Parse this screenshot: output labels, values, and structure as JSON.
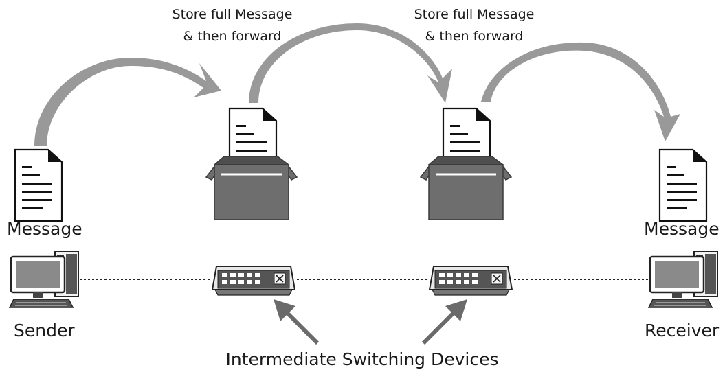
{
  "labels": {
    "store_forward_1_line1": "Store full Message",
    "store_forward_1_line2": "& then forward",
    "store_forward_2_line1": "Store full Message",
    "store_forward_2_line2": "& then forward",
    "sender_message": "Message",
    "receiver_message": "Message",
    "sender": "Sender",
    "receiver": "Receiver",
    "intermediate_devices": "Intermediate Switching Devices"
  },
  "colors": {
    "curved_arrow": "#999999",
    "box": "#6e6e6e",
    "box_outline": "#3a3a3a",
    "document_fill": "#ffffff",
    "document_stroke": "#111111",
    "pointer_arrow": "#6a6a6a",
    "link_line": "#222222"
  },
  "icons": [
    "document-icon",
    "open-box-icon",
    "desktop-computer-icon",
    "network-switch-icon",
    "curved-arrow-icon",
    "pointer-arrow-icon"
  ]
}
